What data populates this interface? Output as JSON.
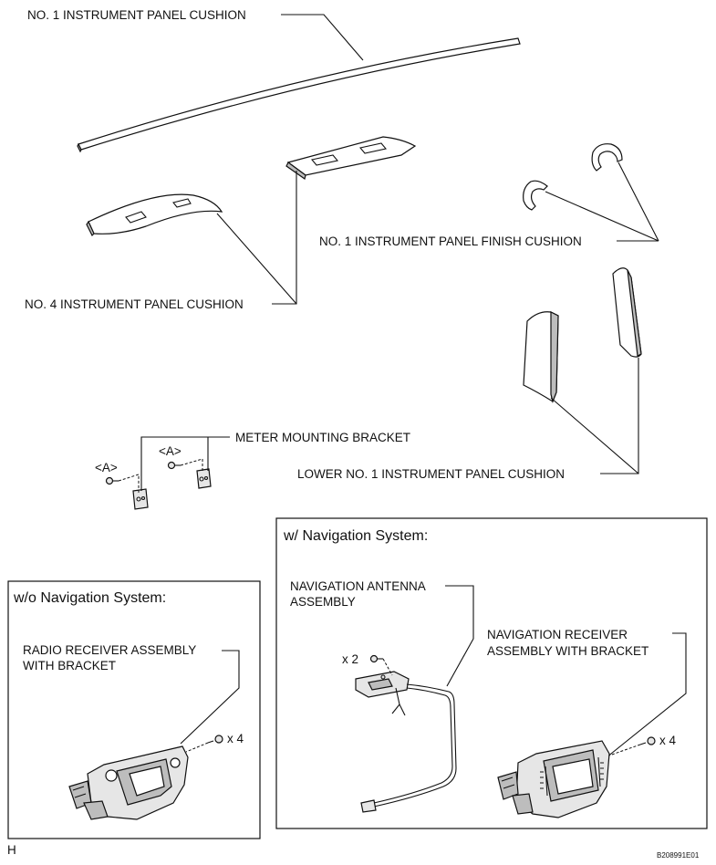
{
  "labels": {
    "no1_panel_cushion": "NO. 1 INSTRUMENT PANEL CUSHION",
    "no1_finish_cushion": "NO. 1 INSTRUMENT PANEL FINISH CUSHION",
    "no4_panel_cushion": "NO. 4 INSTRUMENT PANEL CUSHION",
    "meter_bracket": "METER MOUNTING BRACKET",
    "lower_no1_cushion": "LOWER NO. 1 INSTRUMENT PANEL CUSHION",
    "callout_a": "<A>"
  },
  "without_nav": {
    "header": "w/o Navigation System:",
    "radio_line1": "RADIO RECEIVER ASSEMBLY",
    "radio_line2": "WITH BRACKET",
    "screw_count": "x 4"
  },
  "with_nav": {
    "header": "w/ Navigation System:",
    "antenna_line1": "NAVIGATION ANTENNA",
    "antenna_line2": "ASSEMBLY",
    "antenna_screws": "x 2",
    "receiver_line1": "NAVIGATION RECEIVER",
    "receiver_line2": "ASSEMBLY WITH BRACKET",
    "receiver_screws": "x 4"
  },
  "footer": {
    "left_mark": "H",
    "figure_code": "B208991E01"
  },
  "colors": {
    "ink": "#111111",
    "shade": "#bdbdbd",
    "light": "#e6e6e6"
  }
}
